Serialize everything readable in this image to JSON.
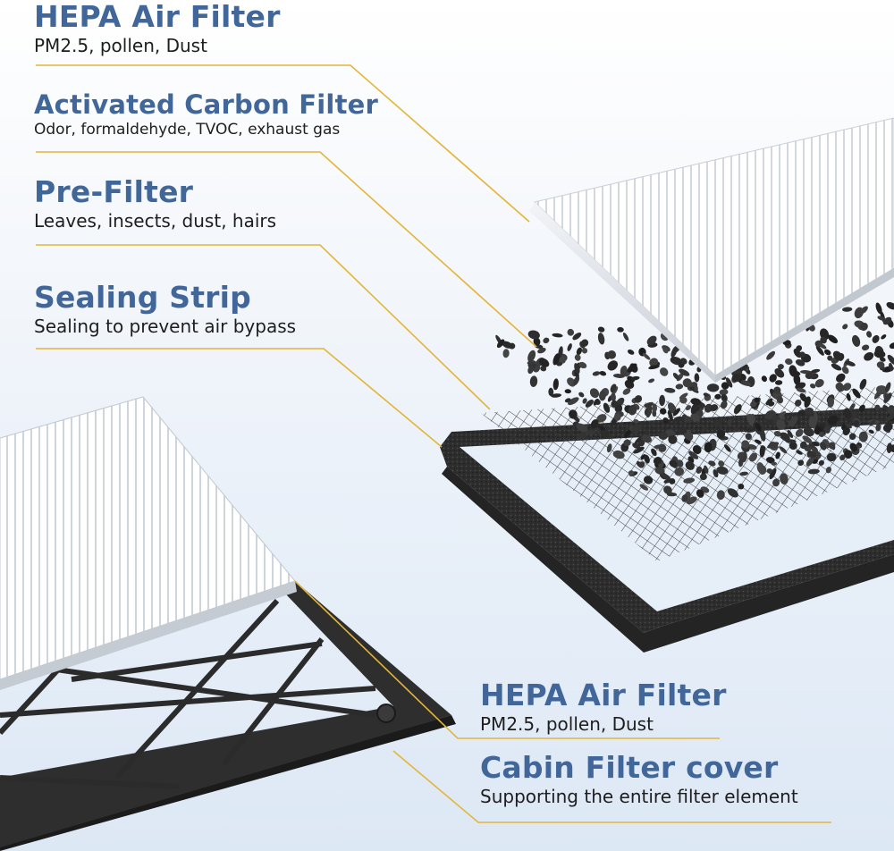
{
  "labels": {
    "hepa_top": {
      "title": "HEPA Air Filter",
      "subtitle": "PM2.5, pollen, Dust"
    },
    "carbon": {
      "title": "Activated Carbon Filter",
      "subtitle": "Odor, formaldehyde, TVOC, exhaust gas"
    },
    "prefilter": {
      "title": "Pre-Filter",
      "subtitle": "Leaves, insects, dust, hairs"
    },
    "sealing": {
      "title": "Sealing Strip",
      "subtitle": "Sealing to prevent air bypass"
    },
    "hepa_bottom": {
      "title": "HEPA Air Filter",
      "subtitle": "PM2.5, pollen, Dust"
    },
    "cover": {
      "title": "Cabin Filter cover",
      "subtitle": "Supporting the entire filter element"
    }
  },
  "colors": {
    "title_text": "#41679a",
    "subtitle_text": "#1e1e1e",
    "leader_line": "#e3b538",
    "background_top": "#ffffff",
    "background_bottom": "#dde8f5",
    "filter_media": "#ffffff",
    "carbon_granules": "#2b2b2b",
    "foam_strip": "#303030",
    "frame": "#2e2e2e"
  }
}
